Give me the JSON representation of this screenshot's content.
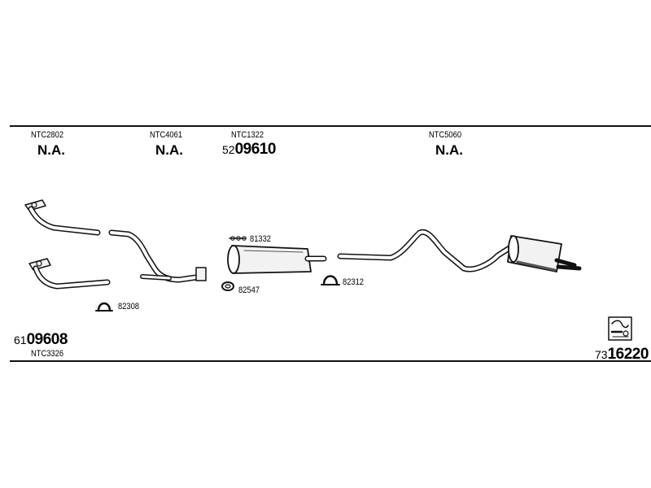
{
  "header": {
    "codes": [
      {
        "code": "NTC2802",
        "status": "N.A."
      },
      {
        "code": "NTC4061",
        "status": "N.A."
      },
      {
        "code": "NTC1322",
        "prefix": "52",
        "number": "09610"
      },
      {
        "code": "NTC5060",
        "status": "N.A."
      }
    ]
  },
  "parts": {
    "clamp_top": "81332",
    "clamp_left": "82308",
    "ring": "82547",
    "clamp_right": "82312"
  },
  "footer": {
    "left": {
      "prefix": "61",
      "number": "09608",
      "code": "NTC3326"
    },
    "right": {
      "prefix": "73",
      "number": "16220"
    }
  },
  "colors": {
    "line": "#111111",
    "part_fill": "#f2f2f2",
    "shade": "#555555"
  },
  "icons": [
    "mounting-kit-icon"
  ]
}
